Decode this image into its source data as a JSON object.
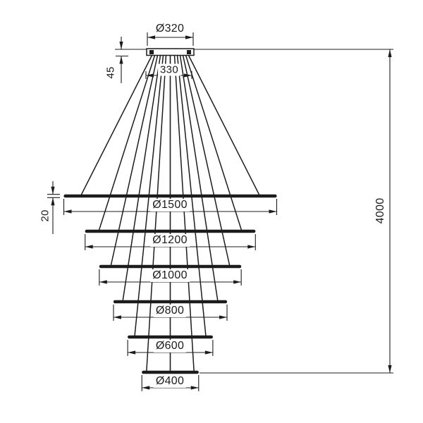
{
  "page": {
    "background": "#ffffff",
    "ink": "#1c1c1c"
  },
  "diagram": {
    "kind": "pendant-chandelier-dimension-drawing",
    "canopy": {
      "diameter_label": "Ø320",
      "diameter_mm": 320,
      "height_label": "45",
      "height_mm": 45,
      "wire_spread_label": "330",
      "wire_spread_mm": 330
    },
    "overall_drop_label": "4000",
    "overall_drop_mm": 4000,
    "ring_thickness_label": "20",
    "ring_thickness_mm": 20,
    "rings": [
      {
        "label": "Ø1500",
        "diameter_mm": 1500
      },
      {
        "label": "Ø1200",
        "diameter_mm": 1200
      },
      {
        "label": "Ø1000",
        "diameter_mm": 1000
      },
      {
        "label": "Ø800",
        "diameter_mm": 800
      },
      {
        "label": "Ø600",
        "diameter_mm": 600
      },
      {
        "label": "Ø400",
        "diameter_mm": 400
      }
    ]
  }
}
